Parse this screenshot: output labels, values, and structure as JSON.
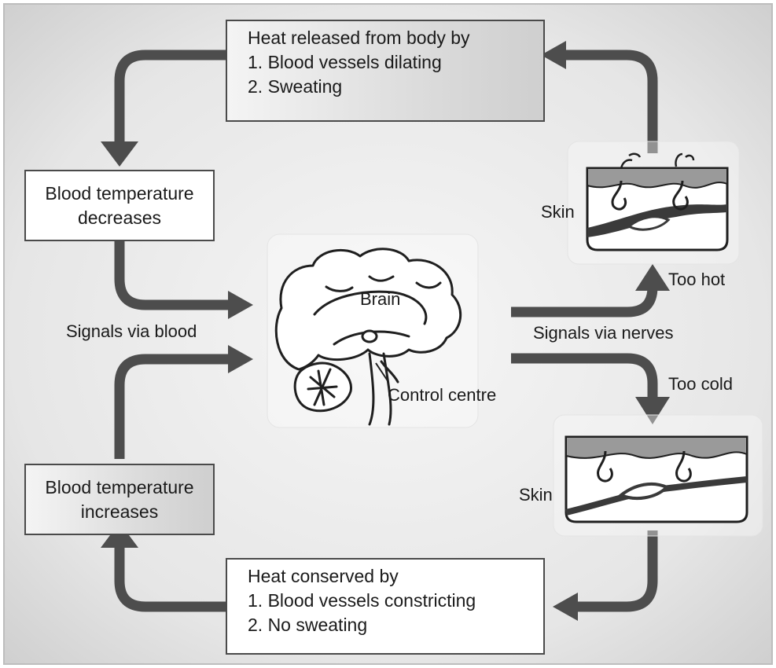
{
  "boxes": {
    "heat_released": {
      "title": "Heat released from body by",
      "items": [
        "1. Blood vessels dilating",
        "2. Sweating"
      ]
    },
    "heat_conserved": {
      "title": "Heat conserved by",
      "items": [
        "1. Blood vessels constricting",
        "2. No sweating"
      ]
    },
    "temp_decreases": {
      "lines": [
        "Blood temperature",
        "decreases"
      ]
    },
    "temp_increases": {
      "lines": [
        "Blood temperature",
        "increases"
      ]
    }
  },
  "labels": {
    "signals_blood": "Signals via blood",
    "signals_nerves": "Signals via nerves",
    "brain": "Brain",
    "control_centre": "Control centre",
    "too_hot": "Too hot",
    "too_cold": "Too cold",
    "skin_top": "Skin",
    "skin_bottom": "Skin"
  },
  "colors": {
    "arrow": "#4d4d4d",
    "box_border": "#4a4a4a",
    "background_light": "#f4f4f4",
    "background_dark": "#d2d2d2",
    "skin_top_layer": "#9a9a9a"
  }
}
